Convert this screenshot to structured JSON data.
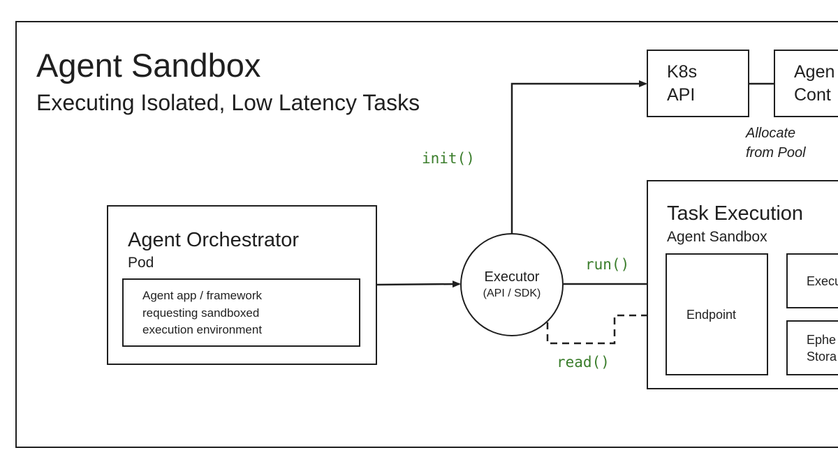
{
  "title": "Agent Sandbox",
  "subtitle": "Executing Isolated, Low Latency Tasks",
  "orchestrator": {
    "title": "Agent Orchestrator",
    "subtitle": "Pod",
    "inner_lines": [
      "Agent app / framework",
      "requesting sandboxed",
      "execution environment"
    ]
  },
  "executor": {
    "title": "Executor",
    "subtitle": "(API / SDK)"
  },
  "calls": {
    "init": "init()",
    "run": "run()",
    "read": "read()"
  },
  "k8s": {
    "line1": "K8s",
    "line2": "API"
  },
  "agent_controller": {
    "line1": "Agen",
    "line2": "Cont"
  },
  "allocate_note": {
    "line1": "Allocate",
    "line2": "from Pool"
  },
  "task_execution": {
    "title": "Task Execution",
    "subtitle": "Agent Sandbox",
    "endpoint": "Endpoint",
    "executor_partial": "Execu",
    "ephemeral_line1": "Ephe",
    "ephemeral_line2": "Stora"
  },
  "colors": {
    "code": "#3a7d2b",
    "stroke": "#1f1f1f"
  }
}
